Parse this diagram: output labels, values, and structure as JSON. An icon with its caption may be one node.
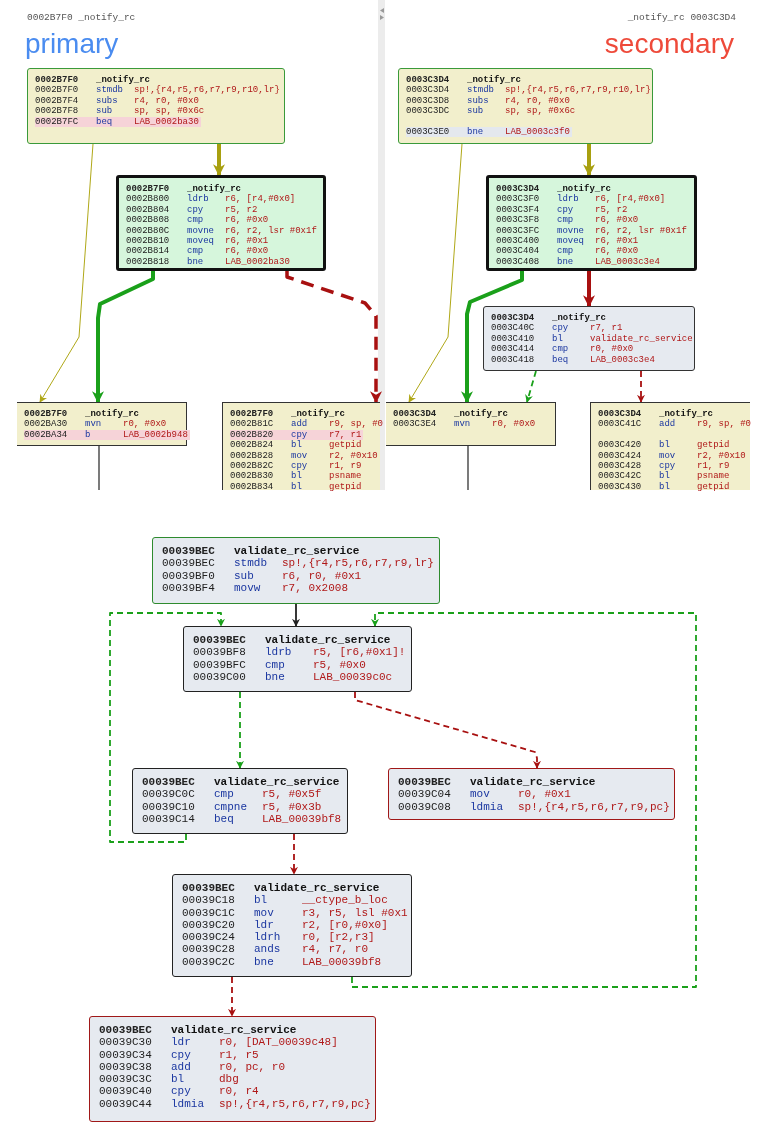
{
  "diagram": {
    "nodes": [
      {
        "text": [
          "0002B7F0",
          "_notify_rc",
          "0002B7F0",
          "stmdb",
          "sp!,{r4,r5,r6,r7,r9,r10,lr}",
          "0002B7F4",
          "subs",
          "r4, r0, #0x0",
          "0002B7F8",
          "sub",
          "sp, sp, #0x6c",
          "0002B7FC",
          "beq",
          "LAB_0002ba30"
        ]
      },
      {
        "text": [
          "0002B7F0",
          "_notify_rc",
          "0002B800",
          "ldrb",
          "r6, [r4,#0x0]",
          "0002B804",
          "cpy",
          "r5, r2",
          "0002B808",
          "cmp",
          "r6, #0x0",
          "0002B80C",
          "movne",
          "r6, r2, lsr #0x1f",
          "0002B810",
          "moveq",
          "r6, #0x1",
          "0002B814",
          "cmp",
          "r6, #0x0",
          "0002B818",
          "bne",
          "LAB_0002ba30"
        ]
      },
      {
        "text": [
          "0002B7F0",
          "_notify_rc",
          "0002BA30",
          "mvn",
          "r0, #0x0",
          "0002BA34",
          "b",
          "LAB_0002b948"
        ]
      },
      {
        "text": [
          "0002B7F0",
          "_notify_rc",
          "0002B81C",
          "add",
          "r9, sp, #0",
          "0002B820",
          "cpy",
          "r7, r1",
          "0002B824",
          "bl",
          "getpid",
          "0002B828",
          "mov",
          "r2, #0x10",
          "0002B82C",
          "cpy",
          "r1, r9",
          "0002B830",
          "bl",
          "psname",
          "0002B834",
          "bl",
          "getpid"
        ]
      },
      {
        "text": [
          "0003C3D4",
          "_notify_rc",
          "0003C3D4",
          "stmdb",
          "sp!,{r4,r5,r6,r7,r9,r10,lr}",
          "0003C3D8",
          "subs",
          "r4, r0, #0x0",
          "0003C3DC",
          "sub",
          "sp, sp, #0x6c",
          "0003C3E0",
          "bne",
          "LAB_0003c3f0"
        ]
      },
      {
        "text": [
          "0003C3D4",
          "_notify_rc",
          "0003C3F0",
          "ldrb",
          "r6, [r4,#0x0]",
          "0003C3F4",
          "cpy",
          "r5, r2",
          "0003C3F8",
          "cmp",
          "r6, #0x0",
          "0003C3FC",
          "movne",
          "r6, r2, lsr #0x1f",
          "0003C400",
          "moveq",
          "r6, #0x1",
          "0003C404",
          "cmp",
          "r6, #0x0",
          "0003C408",
          "bne",
          "LAB_0003c3e4"
        ]
      },
      {
        "text": [
          "0003C3D4",
          "_notify_rc",
          "0003C40C",
          "cpy",
          "r7, r1",
          "0003C410",
          "bl",
          "validate_rc_service",
          "0003C414",
          "cmp",
          "r0, #0x0",
          "0003C418",
          "beq",
          "LAB_0003c3e4"
        ]
      },
      {
        "text": [
          "0003C3D4",
          "_notify_rc",
          "0003C3E4",
          "mvn",
          "r0, #0x0"
        ]
      },
      {
        "text": [
          "0003C3D4",
          "_notify_rc",
          "0003C41C",
          "add",
          "r9, sp, #0",
          "0003C420",
          "bl",
          "getpid",
          "0003C424",
          "mov",
          "r2, #0x10",
          "0003C428",
          "cpy",
          "r1, r9",
          "0003C42C",
          "bl",
          "psname",
          "0003C430",
          "bl",
          "getpid"
        ]
      },
      {
        "text": [
          "00039BEC",
          "validate_rc_service",
          "00039BEC",
          "stmdb",
          "sp!,{r4,r5,r6,r7,r9,lr}",
          "00039BF0",
          "sub",
          "r6, r0, #0x1",
          "00039BF4",
          "movw",
          "r7, 0x2008"
        ]
      },
      {
        "text": [
          "00039BEC",
          "validate_rc_service",
          "00039BF8",
          "ldrb",
          "r5, [r6,#0x1]!",
          "00039BFC",
          "cmp",
          "r5, #0x0",
          "00039C00",
          "bne",
          "LAB_00039c0c"
        ]
      },
      {
        "text": [
          "00039BEC",
          "validate_rc_service",
          "00039C0C",
          "cmp",
          "r5, #0x5f",
          "00039C10",
          "cmpne",
          "r5, #0x3b",
          "00039C14",
          "beq",
          "LAB_00039bf8"
        ]
      },
      {
        "text": [
          "00039BEC",
          "validate_rc_service",
          "00039C04",
          "mov",
          "r0, #0x1",
          "00039C08",
          "ldmia",
          "sp!,{r4,r5,r6,r7,r9,pc}"
        ]
      },
      {
        "text": [
          "00039BEC",
          "validate_rc_service",
          "00039C18",
          "bl",
          "__ctype_b_loc",
          "00039C1C",
          "mov",
          "r3, r5, lsl #0x1",
          "00039C20",
          "ldr",
          "r2, [r0,#0x0]",
          "00039C24",
          "ldrh",
          "r0, [r2,r3]",
          "00039C28",
          "ands",
          "r4, r7, r0",
          "00039C2C",
          "bne",
          "LAB_00039bf8"
        ]
      },
      {
        "text": [
          "00039BEC",
          "validate_rc_service",
          "00039C30",
          "ldr",
          "r0, [DAT_00039c48]",
          "00039C34",
          "cpy",
          "r1, r5",
          "00039C38",
          "add",
          "r0, pc, r0",
          "00039C3C",
          "bl",
          "dbg",
          "00039C40",
          "cpy",
          "r0, r4",
          "00039C44",
          "ldmia",
          "sp!,{r4,r5,r6,r7,r9,pc}"
        ]
      }
    ],
    "edges": [
      {
        "from": 0,
        "to": 1,
        "arrow": "to",
        "style": "thick",
        "color": "#a8a010"
      },
      {
        "from": 0,
        "to": 2,
        "arrow": "to",
        "color": "#b0a818"
      },
      {
        "from": 1,
        "to": 2,
        "arrow": "to",
        "style": "thick",
        "color": "#1aa01a"
      },
      {
        "from": 1,
        "to": 3,
        "arrow": "to",
        "style": "dashed",
        "color": "#a81010"
      },
      {
        "from": 2,
        "to": null,
        "arrow": "none",
        "color": "#222222"
      },
      {
        "from": 4,
        "to": 5,
        "arrow": "to",
        "style": "thick",
        "color": "#a8a010"
      },
      {
        "from": 4,
        "to": 7,
        "arrow": "to",
        "color": "#b0a818"
      },
      {
        "from": 5,
        "to": 7,
        "arrow": "to",
        "style": "thick",
        "color": "#1aa01a"
      },
      {
        "from": 5,
        "to": 6,
        "arrow": "to",
        "style": "thick",
        "color": "#a81010"
      },
      {
        "from": 6,
        "to": 7,
        "arrow": "to",
        "style": "dashed",
        "color": "#1aa01a"
      },
      {
        "from": 6,
        "to": 8,
        "arrow": "to",
        "style": "dashed",
        "color": "#a81010"
      },
      {
        "from": 7,
        "to": null,
        "arrow": "none",
        "color": "#222222"
      },
      {
        "from": 9,
        "to": 10,
        "arrow": "to",
        "color": "#222222"
      },
      {
        "from": 10,
        "to": 11,
        "arrow": "to",
        "style": "dashed",
        "color": "#1aa01a"
      },
      {
        "from": 10,
        "to": 12,
        "arrow": "to",
        "style": "dashed",
        "color": "#a81010"
      },
      {
        "from": 11,
        "to": 10,
        "arrow": "to",
        "style": "dashed",
        "color": "#1aa01a"
      },
      {
        "from": 11,
        "to": 13,
        "arrow": "to",
        "style": "dashed",
        "color": "#a81010"
      },
      {
        "from": 13,
        "to": 10,
        "arrow": "to",
        "style": "dashed",
        "color": "#1aa01a"
      },
      {
        "from": 13,
        "to": 14,
        "arrow": "to",
        "style": "dashed",
        "color": "#a81010"
      }
    ],
    "labels": [
      "0002B7F0 _notify_rc",
      "primary",
      "_notify_rc 0003C3D4",
      "secondary"
    ]
  }
}
